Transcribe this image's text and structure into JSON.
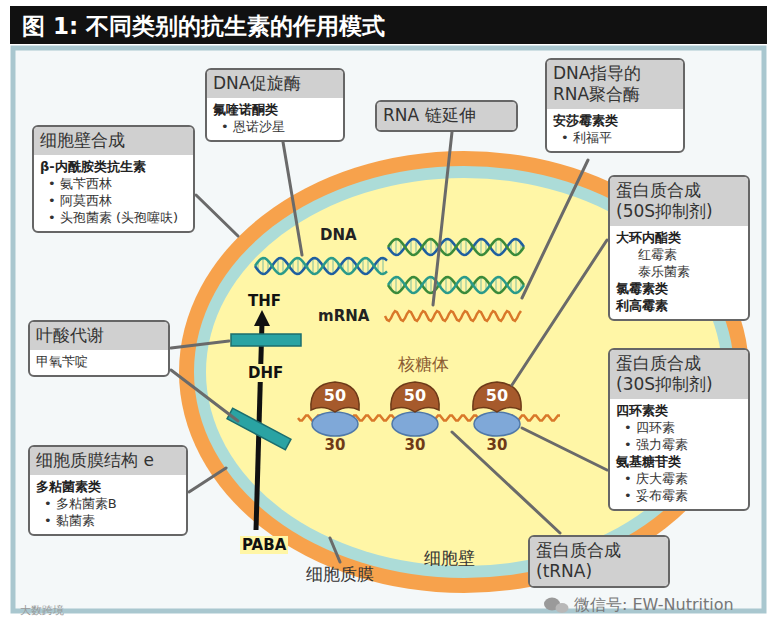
{
  "diagram": {
    "title": "图 1: 不同类别的抗生素的作用模式",
    "nodes": [
      {
        "text": [
          "细胞壁合成",
          "β-内酰胺类抗生素",
          "• 氨苄西林",
          "• 阿莫西林",
          "• 头孢菌素 (头孢噻呋)"
        ]
      },
      {
        "text": [
          "DNA促旋酶",
          "氟喹诺酮类",
          "• 恩诺沙星"
        ]
      },
      {
        "text": [
          "RNA 链延伸"
        ]
      },
      {
        "text": [
          "DNA指导的RNA聚合酶",
          "安莎霉素类",
          "• 利福平"
        ]
      },
      {
        "text": [
          "蛋白质合成 (50S抑制剂)",
          "大环内酯类",
          "红霉素",
          "泰乐菌素",
          "氯霉素类",
          "利高霉素"
        ]
      },
      {
        "text": [
          "叶酸代谢",
          "甲氧苄啶"
        ]
      },
      {
        "text": [
          "蛋白质合成 (30S抑制剂)",
          "四环素类",
          "• 四环素",
          "• 强力霉素",
          "氨基糖苷类",
          "• 庆大霉素",
          "• 妥布霉素"
        ]
      },
      {
        "text": [
          "细胞质膜结构 e",
          "多粘菌素类",
          "• 多粘菌素B",
          "• 黏菌素"
        ]
      },
      {
        "text": [
          "蛋白质合成 (tRNA)"
        ]
      }
    ],
    "labels": [
      "DNA",
      "mRNA",
      "THF",
      "DHF",
      "PABA",
      "核糖体",
      "50",
      "50",
      "50",
      "30",
      "30",
      "30",
      "细胞质膜",
      "细胞壁",
      "微信号: EW-Nutrition",
      "大数跨境"
    ]
  }
}
